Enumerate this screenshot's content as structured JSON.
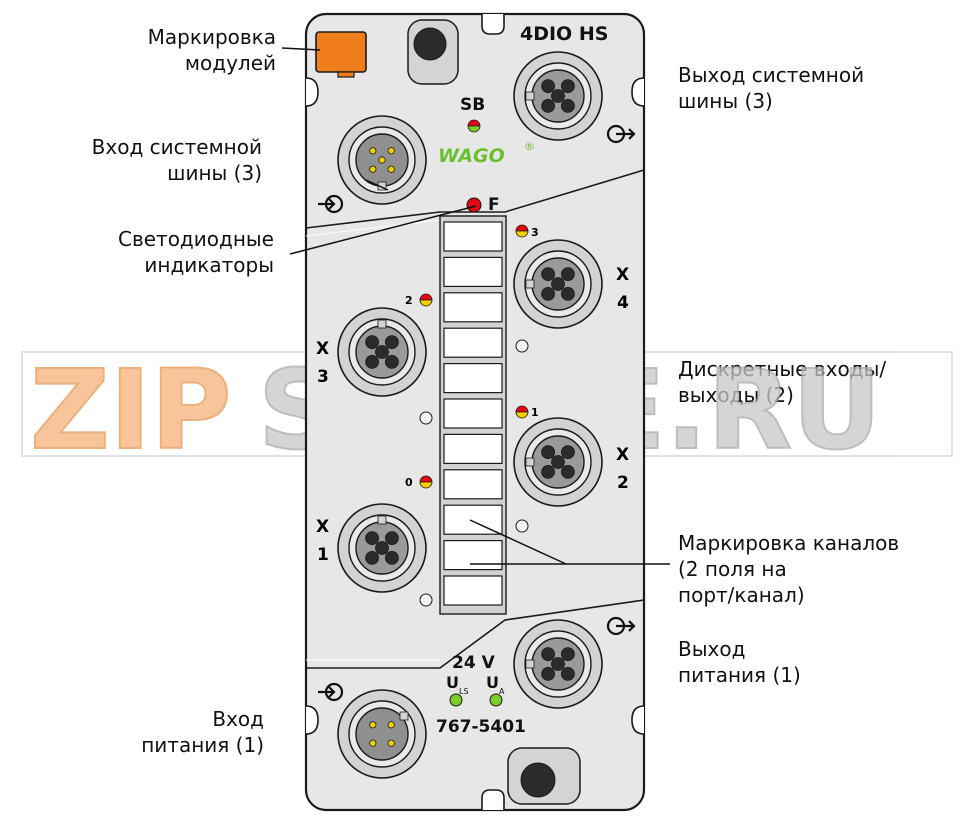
{
  "device": {
    "model_name": "4DIO HS",
    "article_number": "767-5401",
    "brand": "WAGO",
    "registered_mark": "®",
    "sb_label": "SB",
    "f_label": "F",
    "voltage_label": "24 V",
    "uls_label": "U",
    "uls_sub": "LS",
    "ua_label": "U",
    "ua_sub": "A",
    "channel_numbers": [
      "3",
      "2",
      "1",
      "0"
    ],
    "port_x_label": "X",
    "port_numbers": [
      "4",
      "3",
      "2",
      "1"
    ]
  },
  "callouts": {
    "module_marking": [
      "Маркировка",
      "модулей"
    ],
    "bus_input": [
      "Вход системной",
      "шины (3)"
    ],
    "leds": [
      "Светодиодные",
      "индикаторы"
    ],
    "bus_output": [
      "Выход системной",
      "шины (3)"
    ],
    "digital_io": [
      "Дискретные входы/",
      "выходы (2)"
    ],
    "channel_marking": [
      "Маркировка каналов",
      "(2 поля на",
      "порт/канал)"
    ],
    "power_output": [
      "Выход",
      "питания (1)"
    ],
    "power_input": [
      "Вход",
      "питания (1)"
    ]
  },
  "watermark": {
    "left": "ZIP",
    "right": "STORE.RU"
  },
  "colors": {
    "housing": "#e7e7e7",
    "outline": "#1a1a1a",
    "marker_orange": "#f07d1b",
    "led_red": "#e30613",
    "led_yellow": "#f2d000",
    "led_green": "#7ccf2a",
    "wago_green": "#6bbf2e",
    "connector_ring": "#d9d9d9",
    "pin_dark": "#2b2b2b",
    "watermark_orange": "#f6b27a",
    "watermark_gray": "#c7c7c7"
  }
}
